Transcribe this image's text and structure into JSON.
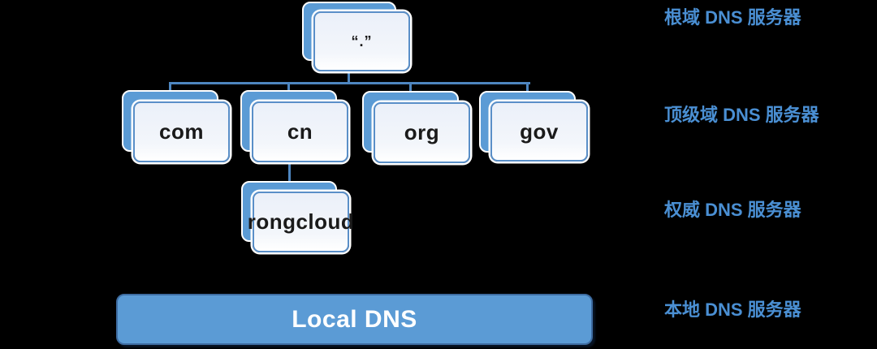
{
  "colors": {
    "background": "#000000",
    "shadow_blue": "#5B9BD5",
    "card_border": "#5A8FC8",
    "card_text": "#1a1a1a",
    "connector": "#4E86C0",
    "bar_fill": "#5B9BD5",
    "bar_border": "#3E6CA1",
    "bar_text": "#ffffff",
    "label_blue": "#4A8FD3"
  },
  "nodes": {
    "root": {
      "label": "“.”"
    },
    "tld": [
      {
        "label": "com"
      },
      {
        "label": "cn"
      },
      {
        "label": "org"
      },
      {
        "label": "gov"
      }
    ],
    "authoritative": {
      "label": "rongcloud"
    },
    "local": {
      "label": "Local DNS"
    }
  },
  "side_labels": [
    {
      "label": "根域 DNS 服务器"
    },
    {
      "label": "顶级域 DNS 服务器"
    },
    {
      "label": "权威 DNS 服务器"
    },
    {
      "label": "本地 DNS 服务器"
    }
  ]
}
